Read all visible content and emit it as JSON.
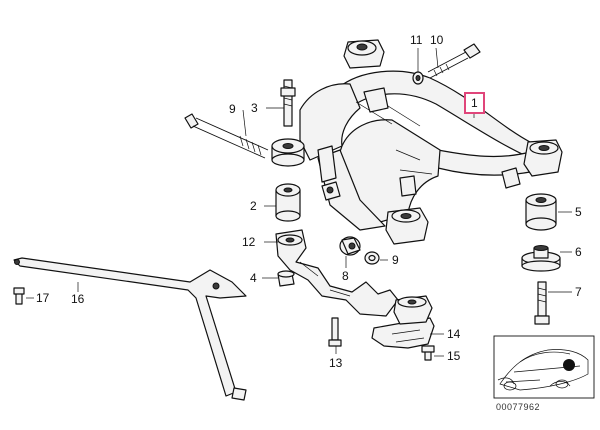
{
  "labels": {
    "l1": "1",
    "l2": "2",
    "l3": "3",
    "l4": "4",
    "l5": "5",
    "l6": "6",
    "l7": "7",
    "l8": "8",
    "l9a": "9",
    "l9b": "9",
    "l10": "10",
    "l11": "11",
    "l12": "12",
    "l13": "13",
    "l14": "14",
    "l15": "15",
    "l16": "16",
    "l17": "17"
  },
  "document_number": "00077962",
  "colors": {
    "highlight_box": "#e0457a",
    "ink": "#111111"
  }
}
